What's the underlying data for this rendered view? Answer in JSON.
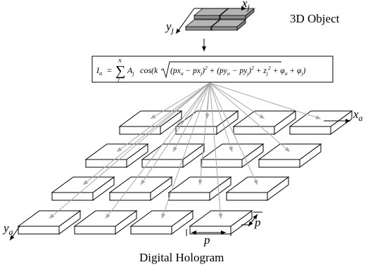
{
  "object": {
    "label": "3D Object",
    "x_axis": "x",
    "x_axis_sub": "j",
    "y_axis": "y",
    "y_axis_sub": "j"
  },
  "equation": {
    "text": "I_α = Σ_j^N A_j cos(k √((px_α − px_j)² + (py_α − py_j)² + z_j²) + φ_α + φ_j)",
    "lhs": "I",
    "lhs_sub": "α",
    "sum_top": "N",
    "sum_bottom": "j",
    "amp": "A",
    "amp_sub": "j",
    "cos_k": "cos(k",
    "radicand": "(px",
    "r_sub1": "α",
    "r_mid1": " − px",
    "r_sub2": "j",
    "r_mid2": ")",
    "r_sup2": "2",
    "r_mid3": " + (py",
    "r_sub3": "α",
    "r_mid4": " − py",
    "r_sub4": "j",
    "r_mid5": ")",
    "r_sup5": "2",
    "r_mid6": " + z",
    "r_sub6": "j",
    "r_sup6": "2",
    "phase1": " + φ",
    "phase1_sub": "α",
    "phase2": " + φ",
    "phase2_sub": "j",
    "close": ")"
  },
  "hologram": {
    "label": "Digital Hologram",
    "x_axis": "x",
    "x_axis_sub": "a",
    "y_axis": "y",
    "y_axis_sub": "a",
    "pitch_label": "p",
    "pitch_label_2": "p",
    "pixel_grid": "4 × 4"
  },
  "colors": {
    "object_pixel": "#b4b4b4",
    "arrow": "#a8a8a8",
    "line": "#000000"
  }
}
